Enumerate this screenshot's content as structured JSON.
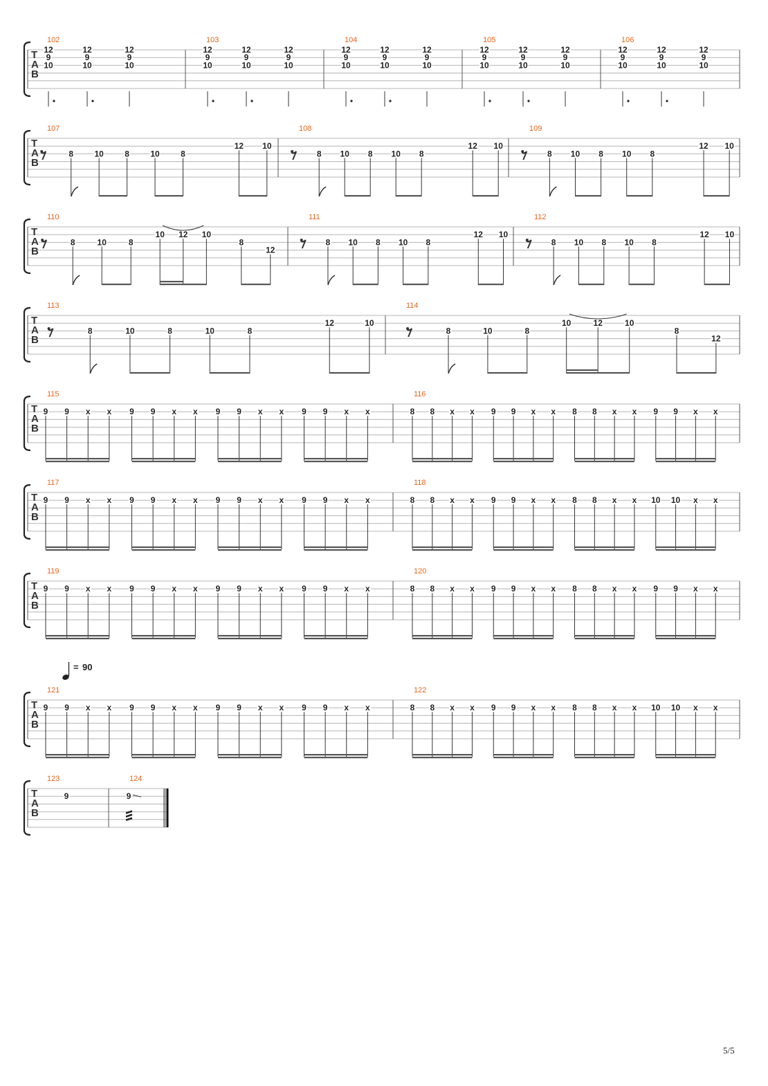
{
  "page_number": "5/5",
  "tempo": {
    "value": "90",
    "prefix": "="
  },
  "systems": [
    {
      "measures": [
        {
          "num": "102",
          "notes": [
            [
              "12",
              "9",
              "10"
            ],
            [
              "12",
              "9",
              "10"
            ],
            [
              "12",
              "9",
              "10"
            ]
          ],
          "rhythm": "dotted-quarter"
        },
        {
          "num": "103",
          "notes": [
            [
              "12",
              "9",
              "10"
            ],
            [
              "12",
              "9",
              "10"
            ],
            [
              "12",
              "9",
              "10"
            ]
          ],
          "rhythm": "dotted-quarter"
        },
        {
          "num": "104",
          "notes": [
            [
              "12",
              "9",
              "10"
            ],
            [
              "12",
              "9",
              "10"
            ],
            [
              "12",
              "9",
              "10"
            ]
          ],
          "rhythm": "dotted-quarter"
        },
        {
          "num": "105",
          "notes": [
            [
              "12",
              "9",
              "10"
            ],
            [
              "12",
              "9",
              "10"
            ],
            [
              "12",
              "9",
              "10"
            ]
          ],
          "rhythm": "dotted-quarter"
        },
        {
          "num": "106",
          "notes": [
            [
              "12",
              "9",
              "10"
            ],
            [
              "12",
              "9",
              "10"
            ],
            [
              "12",
              "9",
              "10"
            ]
          ],
          "rhythm": "dotted-quarter"
        }
      ]
    },
    {
      "measures": [
        {
          "num": "107",
          "rest": "eighth",
          "notes": [
            [
              "8",
              2
            ],
            [
              "10",
              2
            ],
            [
              "8",
              2
            ],
            [
              "10",
              2
            ],
            [
              "8",
              2
            ],
            [
              "12",
              1
            ],
            [
              "10",
              1
            ]
          ],
          "rhythm": "eighths"
        },
        {
          "num": "108",
          "rest": "eighth",
          "notes": [
            [
              "8",
              2
            ],
            [
              "10",
              2
            ],
            [
              "8",
              2
            ],
            [
              "10",
              2
            ],
            [
              "8",
              2
            ],
            [
              "12",
              1
            ],
            [
              "10",
              1
            ]
          ],
          "rhythm": "eighths"
        },
        {
          "num": "109",
          "rest": "eighth",
          "notes": [
            [
              "8",
              2
            ],
            [
              "10",
              2
            ],
            [
              "8",
              2
            ],
            [
              "10",
              2
            ],
            [
              "8",
              2
            ],
            [
              "12",
              1
            ],
            [
              "10",
              1
            ]
          ],
          "rhythm": "eighths"
        }
      ]
    },
    {
      "measures": [
        {
          "num": "110",
          "rest": "eighth",
          "notes": [
            [
              "8",
              2
            ],
            [
              "10",
              2
            ],
            [
              "8",
              2
            ],
            [
              "10",
              1
            ],
            [
              "12",
              1
            ],
            [
              "10",
              1
            ],
            [
              "8",
              2
            ],
            [
              "12",
              3
            ]
          ],
          "rhythm": "eighths-slur"
        },
        {
          "num": "111",
          "rest": "eighth",
          "notes": [
            [
              "8",
              2
            ],
            [
              "10",
              2
            ],
            [
              "8",
              2
            ],
            [
              "10",
              2
            ],
            [
              "8",
              2
            ],
            [
              "12",
              1
            ],
            [
              "10",
              1
            ]
          ],
          "rhythm": "eighths"
        },
        {
          "num": "112",
          "rest": "eighth",
          "notes": [
            [
              "8",
              2
            ],
            [
              "10",
              2
            ],
            [
              "8",
              2
            ],
            [
              "10",
              2
            ],
            [
              "8",
              2
            ],
            [
              "12",
              1
            ],
            [
              "10",
              1
            ]
          ],
          "rhythm": "eighths"
        }
      ]
    },
    {
      "measures": [
        {
          "num": "113",
          "rest": "eighth",
          "notes": [
            [
              "8",
              2
            ],
            [
              "10",
              2
            ],
            [
              "8",
              2
            ],
            [
              "10",
              2
            ],
            [
              "8",
              2
            ],
            [
              "12",
              1
            ],
            [
              "10",
              1
            ]
          ],
          "rhythm": "eighths"
        },
        {
          "num": "114",
          "rest": "eighth",
          "notes": [
            [
              "8",
              2
            ],
            [
              "10",
              2
            ],
            [
              "8",
              2
            ],
            [
              "10",
              1
            ],
            [
              "12",
              1
            ],
            [
              "10",
              1
            ],
            [
              "8",
              2
            ],
            [
              "12",
              3
            ]
          ],
          "rhythm": "eighths-slur"
        }
      ]
    },
    {
      "measures": [
        {
          "num": "115",
          "notes": [
            "9",
            "9",
            "x",
            "x",
            "9",
            "9",
            "x",
            "x",
            "9",
            "9",
            "x",
            "x",
            "9",
            "9",
            "x",
            "x"
          ],
          "rhythm": "sixteenths"
        },
        {
          "num": "116",
          "notes": [
            "8",
            "8",
            "x",
            "x",
            "9",
            "9",
            "x",
            "x",
            "8",
            "8",
            "x",
            "x",
            "9",
            "9",
            "x",
            "x"
          ],
          "rhythm": "sixteenths"
        }
      ]
    },
    {
      "measures": [
        {
          "num": "117",
          "notes": [
            "9",
            "9",
            "x",
            "x",
            "9",
            "9",
            "x",
            "x",
            "9",
            "9",
            "x",
            "x",
            "9",
            "9",
            "x",
            "x"
          ],
          "rhythm": "sixteenths"
        },
        {
          "num": "118",
          "notes": [
            "8",
            "8",
            "x",
            "x",
            "9",
            "9",
            "x",
            "x",
            "8",
            "8",
            "x",
            "x",
            "10",
            "10",
            "x",
            "x"
          ],
          "rhythm": "sixteenths"
        }
      ]
    },
    {
      "measures": [
        {
          "num": "119",
          "notes": [
            "9",
            "9",
            "x",
            "x",
            "9",
            "9",
            "x",
            "x",
            "9",
            "9",
            "x",
            "x",
            "9",
            "9",
            "x",
            "x"
          ],
          "rhythm": "sixteenths"
        },
        {
          "num": "120",
          "notes": [
            "8",
            "8",
            "x",
            "x",
            "9",
            "9",
            "x",
            "x",
            "8",
            "8",
            "x",
            "x",
            "9",
            "9",
            "x",
            "x"
          ],
          "rhythm": "sixteenths"
        }
      ]
    },
    {
      "measures": [
        {
          "num": "121",
          "notes": [
            "9",
            "9",
            "x",
            "x",
            "9",
            "9",
            "x",
            "x",
            "9",
            "9",
            "x",
            "x",
            "9",
            "9",
            "x",
            "x"
          ],
          "rhythm": "sixteenths"
        },
        {
          "num": "122",
          "notes": [
            "8",
            "8",
            "x",
            "x",
            "9",
            "9",
            "x",
            "x",
            "8",
            "8",
            "x",
            "x",
            "10",
            "10",
            "x",
            "x"
          ],
          "rhythm": "sixteenths"
        }
      ]
    },
    {
      "measures": [
        {
          "num": "123",
          "notes": [
            "9"
          ],
          "rhythm": "whole"
        },
        {
          "num": "124",
          "notes": [
            "9"
          ],
          "rhythm": "tremolo-slide"
        }
      ]
    }
  ]
}
